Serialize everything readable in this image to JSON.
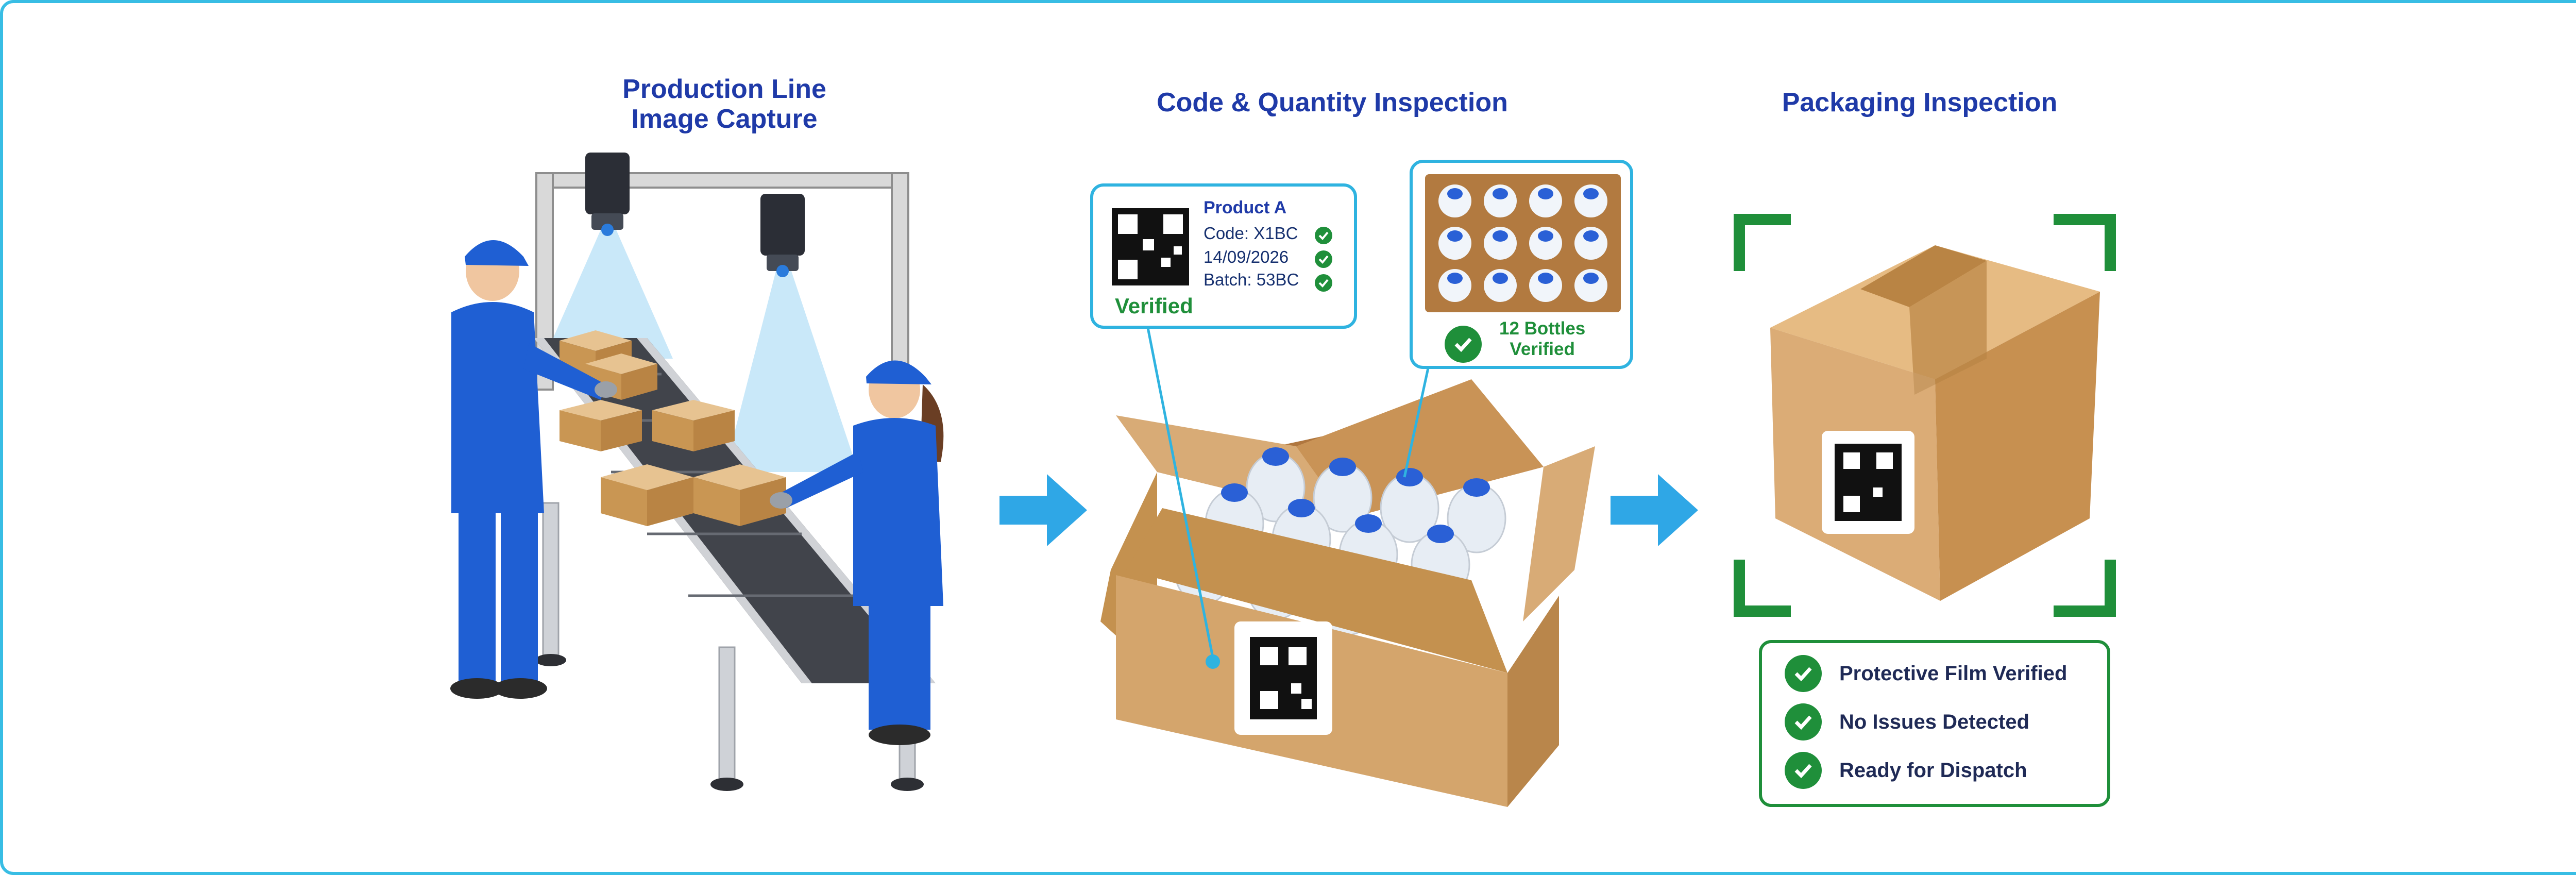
{
  "stages": [
    {
      "id": "capture",
      "title_lines": [
        "Production Line",
        "Image Capture"
      ]
    },
    {
      "id": "code_qty",
      "title_lines": [
        "Code & Quantity Inspection"
      ]
    },
    {
      "id": "packaging",
      "title_lines": [
        "Packaging Inspection"
      ]
    }
  ],
  "product_label": {
    "product": "Product A",
    "code": "Code: X1BC",
    "date": "14/09/2026",
    "batch": "Batch: 53BC",
    "verified": "Verified"
  },
  "bottle_check": {
    "line1": "12 Bottles",
    "line2": "Verified",
    "count": 12
  },
  "packaging_checks": [
    "Protective Film Verified",
    "No Issues Detected",
    "Ready for Dispatch"
  ],
  "icons": {
    "check": "check-icon",
    "arrow": "arrow-right-icon",
    "qr": "qr-code-icon",
    "camera": "camera-icon"
  },
  "colors": {
    "border": "#38bde4",
    "title": "#1f3aa8",
    "success": "#1f8f3a",
    "arrow": "#2fa7e6",
    "uniform": "#1f5fd3",
    "cardboard": "#d7a873"
  }
}
